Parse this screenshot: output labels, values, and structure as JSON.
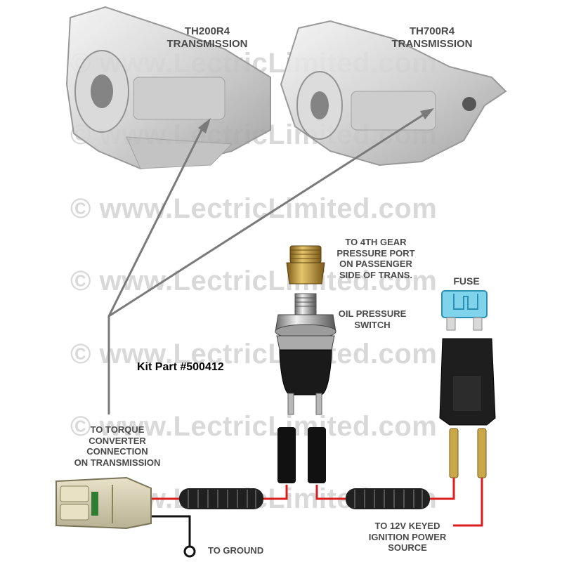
{
  "watermark": "© www.LectricLimited.com",
  "labels": {
    "th200r4": [
      "TH200R4",
      "TRANSMISSION"
    ],
    "th700r4": [
      "TH700R4",
      "TRANSMISSION"
    ],
    "pressure_port": [
      "TO 4TH GEAR",
      "PRESSURE PORT",
      "ON PASSENGER",
      "SIDE OF TRANS."
    ],
    "fuse": "FUSE",
    "oil_switch": [
      "OIL PRESSURE",
      "SWITCH"
    ],
    "kit_part": "Kit Part #500412",
    "torque_converter": [
      "TO TORQUE",
      "CONVERTER",
      "CONNECTION",
      "ON TRANSMISSION"
    ],
    "ground": "TO GROUND",
    "ignition": [
      "TO 12V KEYED",
      "IGNITION POWER",
      "SOURCE"
    ]
  },
  "colors": {
    "wire_red": "#d81e1e",
    "wire_black": "#111111",
    "arrow_gray": "#7a7a7a",
    "label_gray": "#4a4a4a",
    "fuse_blue": "#7fd3ea",
    "brass": "#b8953a"
  }
}
